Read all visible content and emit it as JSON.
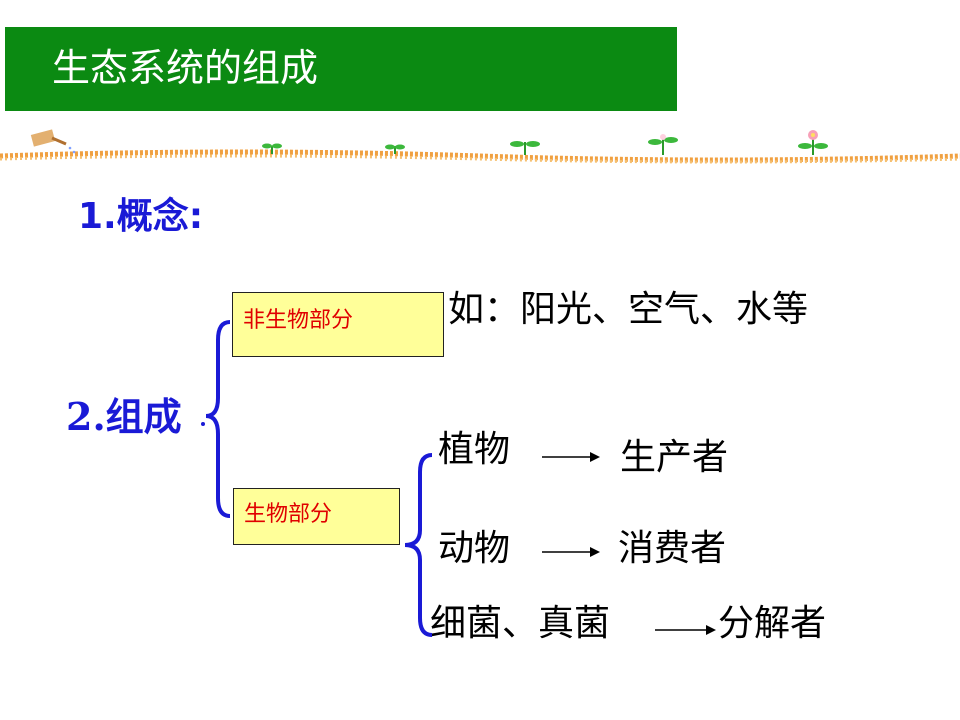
{
  "slide": {
    "title": "生态系统的组成",
    "concept_heading": "1.概念:",
    "composition_heading": "2.组成",
    "abiotic_box": "非生物部分",
    "abiotic_example": "如：阳光、空气、水等",
    "biotic_box": "生物部分",
    "rows": [
      {
        "organism": "植物",
        "role": "生产者"
      },
      {
        "organism": "动物",
        "role": "消费者"
      },
      {
        "organism": "细菌、真菌",
        "role": "分解者"
      }
    ]
  },
  "colors": {
    "title_bar": "#0b8a12",
    "heading_blue": "#1a1ad6",
    "brace_blue": "#1a1ad6",
    "box_fill": "#ffff99",
    "box_text": "#e00000"
  }
}
